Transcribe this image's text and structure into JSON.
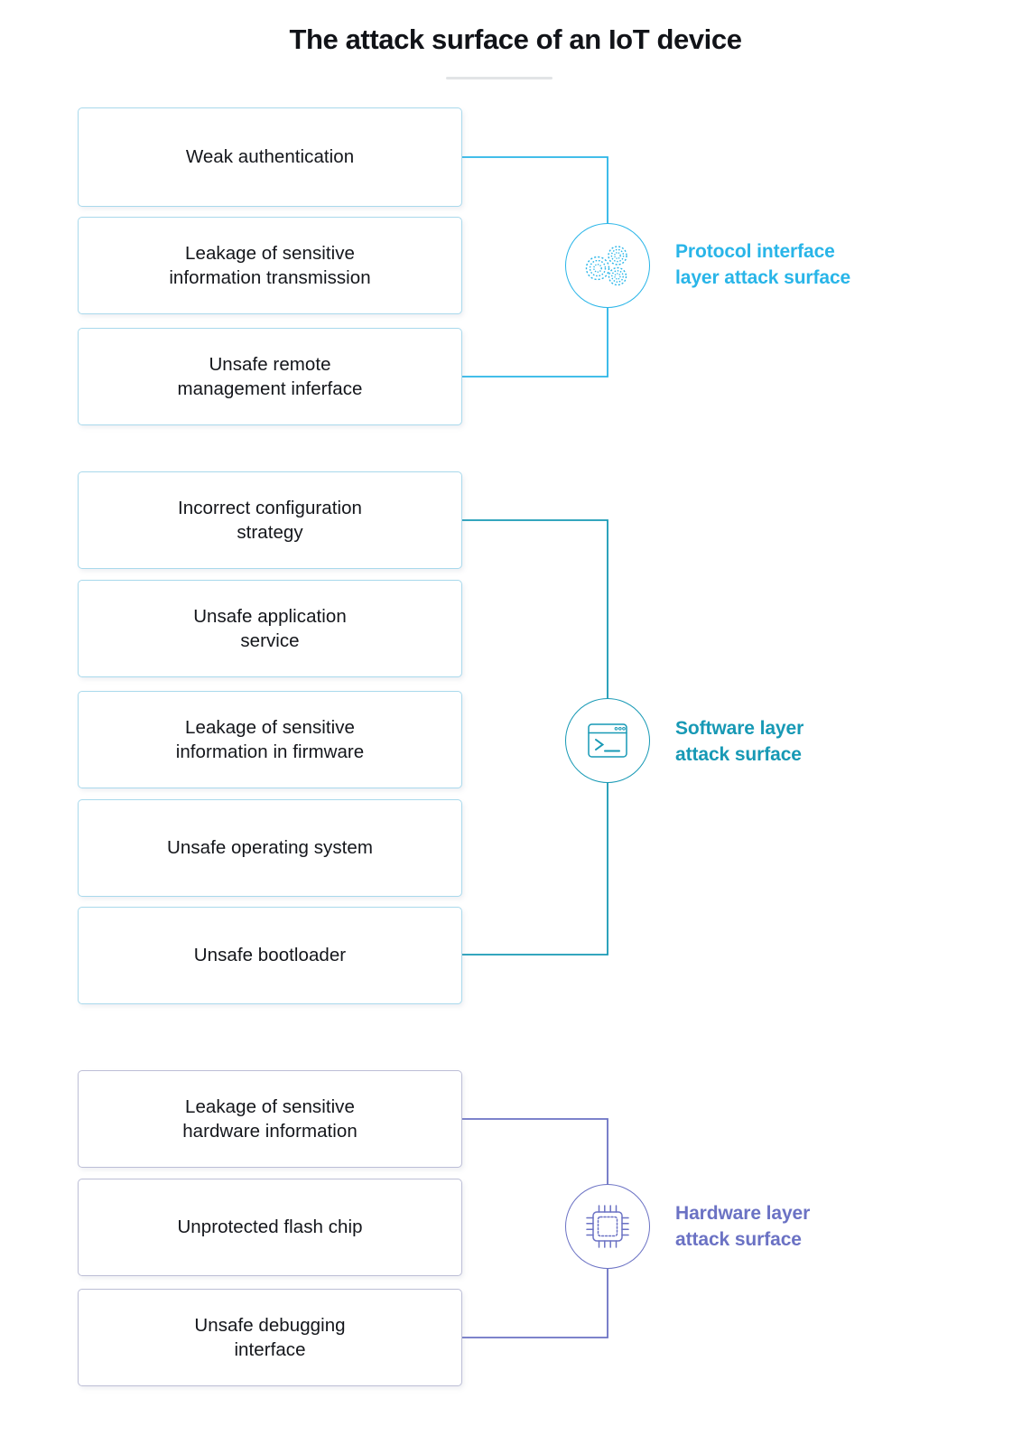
{
  "title": "The attack surface of an IoT device",
  "colors": {
    "protocol": "#29B5E8",
    "software": "#1799B5",
    "hardware": "#6B72C4",
    "protocol_border": "#A9D9EC",
    "hardware_border": "#BCBED6",
    "text": "#14161b",
    "title_rule": "#E2E4E6"
  },
  "groups": [
    {
      "id": "protocol",
      "icon_name": "gears-icon",
      "label": "Protocol interface\nlayer attack surface",
      "label_line1": "Protocol interface",
      "label_line2": "layer attack surface",
      "accent": "#29B5E8",
      "items": [
        {
          "text": "Weak authentication"
        },
        {
          "text": "Leakage of sensitive\ninformation transmission"
        },
        {
          "text": "Unsafe remote\nmanagement inferface"
        }
      ]
    },
    {
      "id": "software",
      "icon_name": "terminal-icon",
      "label": "Software layer\nattack surface",
      "label_line1": "Software layer",
      "label_line2": "attack surface",
      "accent": "#1799B5",
      "items": [
        {
          "text": "Incorrect configuration\nstrategy"
        },
        {
          "text": "Unsafe application\nservice"
        },
        {
          "text": "Leakage of sensitive\ninformation in firmware"
        },
        {
          "text": "Unsafe operating system"
        },
        {
          "text": "Unsafe bootloader"
        }
      ]
    },
    {
      "id": "hardware",
      "icon_name": "microchip-icon",
      "label": "Hardware layer\nattack surface",
      "label_line1": "Hardware layer",
      "label_line2": "attack surface",
      "accent": "#6B72C4",
      "items": [
        {
          "text": "Leakage of sensitive\nhardware information"
        },
        {
          "text": "Unprotected flash chip"
        },
        {
          "text": "Unsafe debugging\ninterface"
        }
      ]
    }
  ]
}
